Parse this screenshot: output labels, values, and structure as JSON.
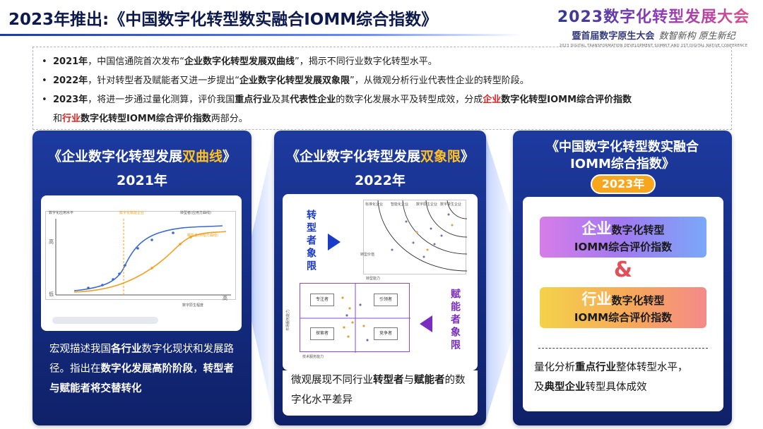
{
  "header": {
    "title": "2023年推出:《中国数字化转型数实融合IOMM综合指数》"
  },
  "logo": {
    "line1": "2023数字化转型发展大会",
    "line2": "暨首届数字原生大会",
    "slogan": "数智新构 原生新纪",
    "line3": "2023 DIGITAL TRANSFORMATION DEVELOPMENT SUMMIT AND 1ST DIGITAL NATIVE CONFERENCE"
  },
  "intro": {
    "bullet": "•",
    "b1": {
      "year": "2021年",
      "t1": "，中国信通院首次发布“",
      "bold": "企业数字化转型发展双曲线",
      "t2": "”，揭示不同行业数字化转型水平。"
    },
    "b2": {
      "year": "2022年",
      "t1": "，针对转型者及赋能者又进一步提出“",
      "bold": "企业数字化转型发展双象限",
      "t2": "”，从微观分析行业代表性企业的转型阶段。"
    },
    "b3": {
      "year": "2023年",
      "t1": "，将进一步通过量化测算，评价我国",
      "bold1": "重点行业",
      "t2": "及其",
      "bold2": "代表性企业",
      "t3": "的数字化发展水平及转型成效，分成",
      "red1": "企业",
      "bold3": "数字化转型IOMM综合评价指数",
      "t4": "和",
      "red2": "行业",
      "bold4": "数字化转型IOMM综合评价指数",
      "t5": "两部分。"
    }
  },
  "panel1": {
    "title_a": "《企业数字化转型发展",
    "title_gold": "双曲线",
    "title_b": "》",
    "year": "2021年",
    "chart": {
      "ylabel": "数字化应用水平",
      "xlabel": "数字原生程度",
      "high": "高",
      "low": "低",
      "xhigh": "高",
      "curve1": "数字化赋能企业",
      "curve2": "转型者(应用方曲线)",
      "curve3": "赋能者(供给方曲线)"
    },
    "desc_a": "宏观描述我国",
    "desc_b1": "各行业",
    "desc_c": "数字化现状和发展路径。指出在",
    "desc_b2": "数字化发展高阶阶段",
    "desc_d": "，",
    "desc_b3": "转型者与赋能者将交替转化"
  },
  "panel2": {
    "title_a": "《企业数字化转型发展",
    "title_gold": "双象限",
    "title_b": "》",
    "year": "2022年",
    "left_label": "转型者象限",
    "right_label": "赋能者象限",
    "chart_top": {
      "ylabel": "转型价值",
      "xlabel": "转型能力",
      "cols": [
        "标准化企业",
        "智能化企业",
        "数字原生企业",
        "数字孪生企业"
      ]
    },
    "chart_bottom": {
      "boxes": [
        "专注者",
        "引领者",
        "探索者",
        "竞争者"
      ],
      "ylabel": "市场服务能力",
      "xlabel": "技术服务能力"
    },
    "desc_a": "微观展现不同行业",
    "desc_b1": "转型者",
    "desc_c": "与",
    "desc_b2": "赋能者",
    "desc_d": "的数字化水平差异"
  },
  "panel3": {
    "title_line1": "《中国数字化转型数实融合",
    "title_line2": "IOMM综合指数》",
    "year_badge": "2023年",
    "idx1_big": "企业",
    "idx1_rest": "数字化转型",
    "idx1_line2": "IOMM综合评价指数",
    "amp": "&",
    "idx2_big": "行业",
    "idx2_rest": "数字化转型",
    "idx2_line2": "IOMM综合评价指数",
    "desc_a": "量化分析",
    "desc_b1": "重点行业",
    "desc_c": "整体转型水平，",
    "desc_d": "及",
    "desc_b2": "典型企业",
    "desc_e": "转型具体成效"
  },
  "colors": {
    "panel_blue": "#1d3a9f",
    "gold": "#ffc020",
    "red": "#e02020",
    "quad_blue": "#1a3cc8",
    "quad_purple": "#7a2ec0"
  }
}
